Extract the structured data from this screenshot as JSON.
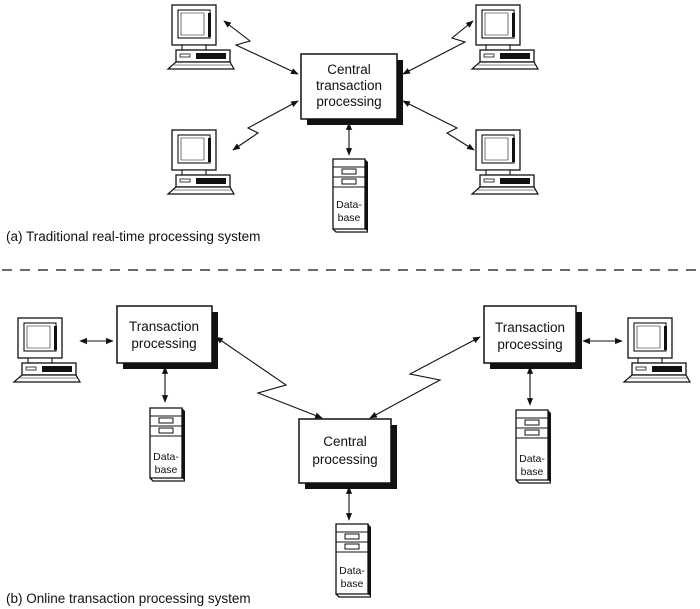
{
  "part_a": {
    "central_box": {
      "line1": "Central",
      "line2": "transaction",
      "line3": "processing"
    },
    "database": {
      "line1": "Data-",
      "line2": "base"
    },
    "caption": "(a) Traditional real-time processing system"
  },
  "part_b": {
    "left_box": {
      "line1": "Transaction",
      "line2": "processing"
    },
    "right_box": {
      "line1": "Transaction",
      "line2": "processing"
    },
    "central_box": {
      "line1": "Central",
      "line2": "processing"
    },
    "left_database": {
      "line1": "Data-",
      "line2": "base"
    },
    "right_database": {
      "line1": "Data-",
      "line2": "base"
    },
    "central_database": {
      "line1": "Data-",
      "line2": "base"
    },
    "caption": "(b) Online transaction processing system"
  }
}
